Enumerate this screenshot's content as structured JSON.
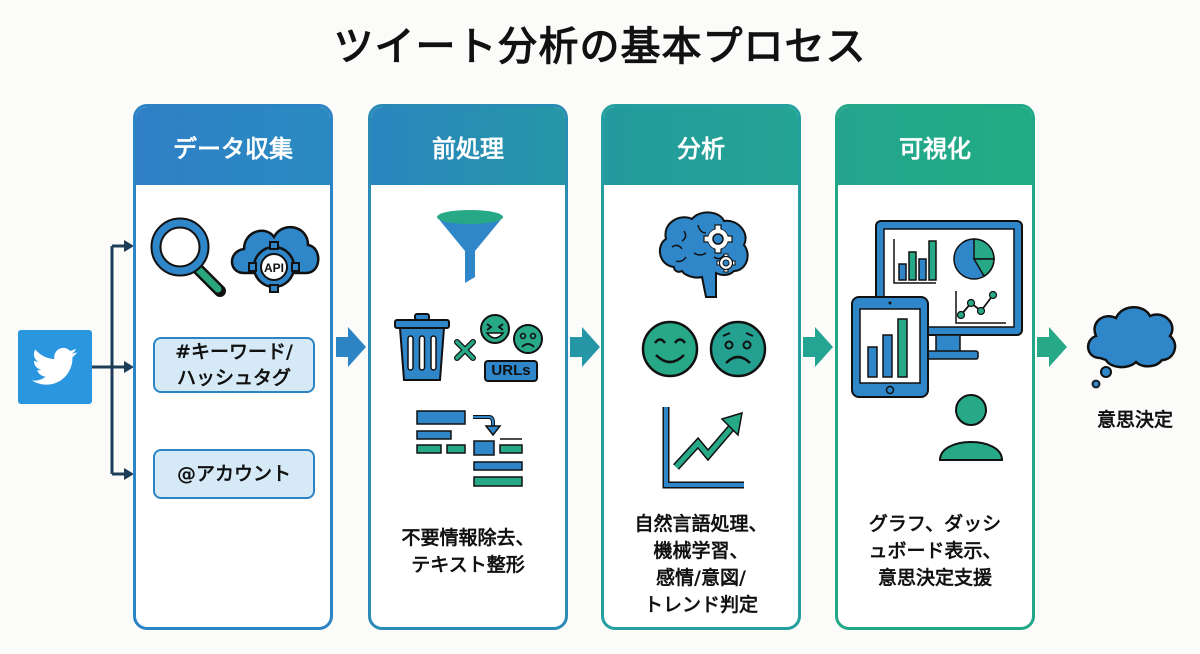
{
  "title": "ツイート分析の基本プロセス",
  "source": {
    "icon": "twitter-bird-icon",
    "color": "#2b96e0"
  },
  "steps": [
    {
      "label": "データ収集",
      "color": "#2f80c6",
      "icons": [
        "magnifier-icon",
        "cloud-api-icon"
      ],
      "api_badge": "API",
      "inputs": [
        "#キーワード/\nハッシュタグ",
        "@アカウント"
      ],
      "inputs_lines": [
        [
          "#キーワード/",
          "ハッシュタグ"
        ],
        [
          "@アカウント"
        ]
      ]
    },
    {
      "label": "前処理",
      "color": "#2596a6",
      "icons": [
        "funnel-icon",
        "trash-can-icon",
        "emoji-icon",
        "urls-tag-icon",
        "text-format-icon"
      ],
      "urls_badge": "URLs",
      "description_lines": [
        "不要情報除去、",
        "テキスト整形"
      ]
    },
    {
      "label": "分析",
      "color": "#24a493",
      "icons": [
        "brain-gears-icon",
        "happy-face-icon",
        "sad-face-icon",
        "trend-chart-icon"
      ],
      "description_lines": [
        "自然言語処理、",
        "機械学習、",
        "感情/意図/",
        "トレンド判定"
      ]
    },
    {
      "label": "可視化",
      "color": "#21ad83",
      "icons": [
        "monitor-dashboard-icon",
        "tablet-chart-icon",
        "user-icon"
      ],
      "description_lines": [
        "グラフ、ダッシ",
        "ュボード表示、",
        "意思決定支援"
      ]
    }
  ],
  "outcome": {
    "label": "意思決定",
    "icon": "thought-cloud-icon"
  },
  "colors": {
    "blue": "#2f86c8",
    "green": "#27a887",
    "dark_navy": "#1e3d58"
  }
}
